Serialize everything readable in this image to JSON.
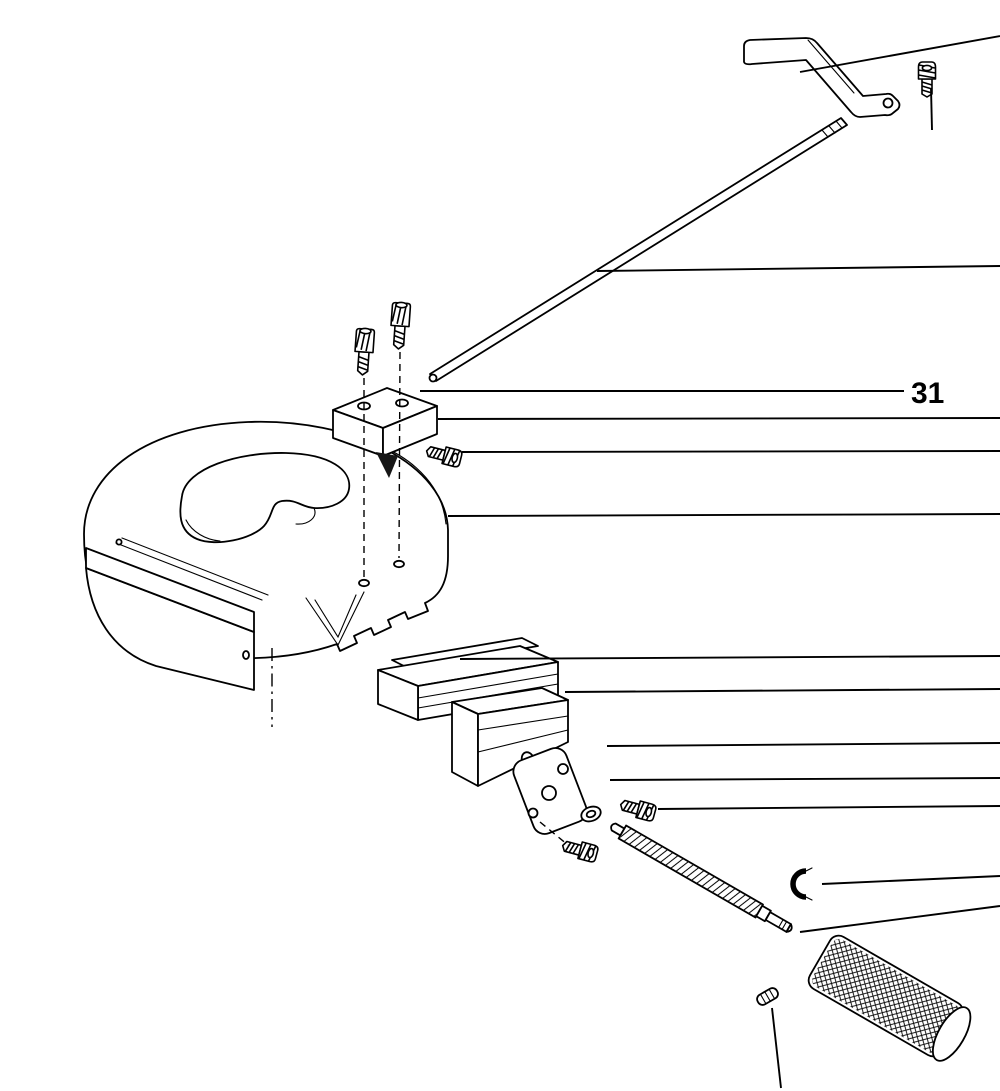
{
  "diagram": {
    "type": "exploded-parts-diagram",
    "background_color": "#ffffff",
    "line_color": "#000000",
    "muted_leader_color": "#b8b8b8",
    "callouts": [
      {
        "text": "31"
      }
    ],
    "parts": [
      "bent-handle-lever",
      "handle-screw",
      "long-connecting-rod",
      "cap-screw-left",
      "cap-screw-right",
      "clamp-block",
      "set-screw",
      "swivel-base",
      "gib-wedge",
      "slide-block",
      "end-plate",
      "washer",
      "plate-screw-upper",
      "plate-screw-lower",
      "lead-screw",
      "e-clip",
      "knurled-knob",
      "roll-pin"
    ]
  }
}
